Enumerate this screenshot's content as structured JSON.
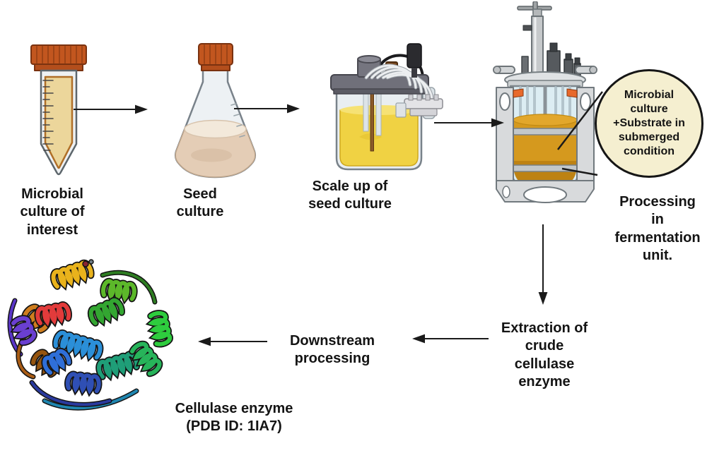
{
  "figure": {
    "type": "process-flow-diagram",
    "topic": "Cellulase enzyme production by submerged fermentation",
    "steps": [
      {
        "id": "microbial-culture",
        "label": "Microbial\nculture of\ninterest",
        "icon": "falcon-tube-icon"
      },
      {
        "id": "seed-culture",
        "label": "Seed\nculture",
        "icon": "erlenmeyer-flask-icon"
      },
      {
        "id": "scale-up",
        "label": "Scale up of\nseed culture",
        "icon": "mini-bioreactor-icon"
      },
      {
        "id": "fermentation",
        "label": "Processing in\nfermentation\nunit.",
        "icon": "fermenter-icon"
      },
      {
        "id": "extraction",
        "label": "Extraction of\ncrude\ncellulase\nenzyme",
        "icon": null
      },
      {
        "id": "downstream",
        "label": "Downstream\nprocessing",
        "icon": null
      },
      {
        "id": "product",
        "label": "Cellulase enzyme\n(PDB ID: 1IA7)",
        "icon": "protein-structure-icon"
      }
    ],
    "callout": {
      "text": "Microbial\nculture\n+Substrate in\nsubmerged\ncondition"
    },
    "palette": {
      "cap_orange": "#c2561f",
      "frame_orange_accent": "#e8692b",
      "callout_fill": "#f5efd0",
      "arrow_black": "#1a1a1a",
      "tube_liquid_tan": "#ecd69b",
      "flask_culture_beige": "#e4cdb6",
      "broth_yellow": "#f0d243",
      "ferment_amber": "#d5991e",
      "glass_tint": "#dcedf3"
    }
  }
}
